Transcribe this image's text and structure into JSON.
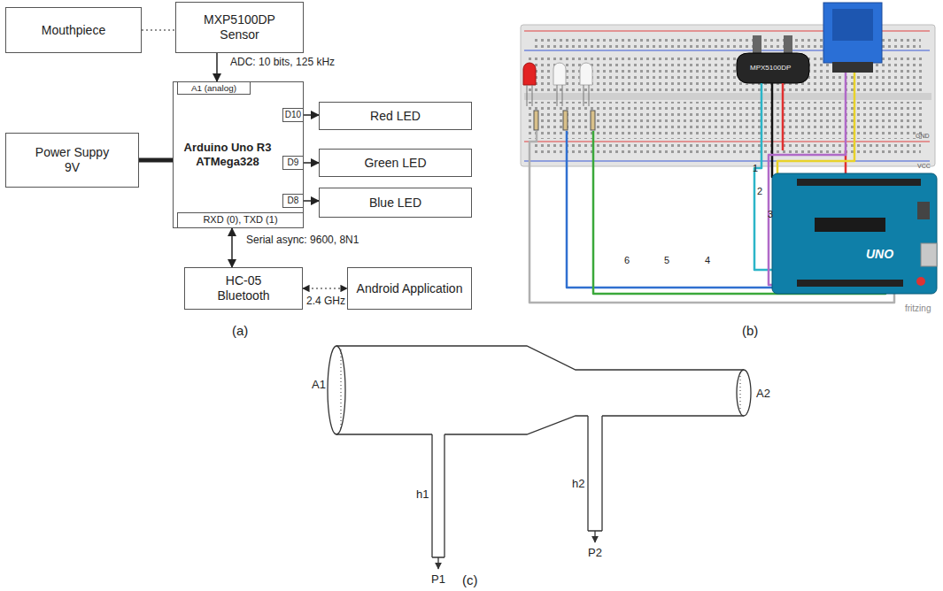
{
  "diagram": {
    "nodes": [
      {
        "text": [
          "Mouthpiece"
        ]
      },
      {
        "text": [
          "MXP5100DP Sensor"
        ]
      },
      {
        "text": [
          "Power Suppy 9V"
        ]
      },
      {
        "text": [
          "Arduino Uno R3 ATMega328"
        ]
      },
      {
        "text": [
          "A1 (analog)"
        ],
        "in": 3
      },
      {
        "text": [
          "D10"
        ],
        "in": 3
      },
      {
        "text": [
          "D9"
        ],
        "in": 3
      },
      {
        "text": [
          "D8"
        ],
        "in": 3
      },
      {
        "text": [
          "RXD (0), TXD (1)"
        ],
        "in": 3
      },
      {
        "text": [
          "Red LED"
        ]
      },
      {
        "text": [
          "Green LED"
        ]
      },
      {
        "text": [
          "Blue LED"
        ]
      },
      {
        "text": [
          "HC-05 Bluetooth"
        ]
      },
      {
        "text": [
          "Android Application"
        ]
      }
    ],
    "edges": [
      {
        "from": 0,
        "to": 1,
        "arrow": "none"
      },
      {
        "from": 1,
        "to": 4,
        "label": "ADC: 10 bits, 125 kHz",
        "arrow": "to"
      },
      {
        "from": 2,
        "to": 3,
        "arrow": "none"
      },
      {
        "from": 5,
        "to": 9,
        "arrow": "to"
      },
      {
        "from": 6,
        "to": 10,
        "arrow": "to"
      },
      {
        "from": 7,
        "to": 11,
        "arrow": "to"
      },
      {
        "from": 8,
        "to": 12,
        "label": "Serial async: 9600, 8N1",
        "arrow": "both"
      },
      {
        "from": 12,
        "to": 13,
        "label": "2.4 GHz",
        "arrow": "both"
      }
    ],
    "labels": [
      "(a)",
      "(b)",
      "(c)",
      "1",
      "2",
      "3",
      "4",
      "5",
      "6",
      "MPX5100DP",
      "UNO",
      "fritzing",
      "A1",
      "A2",
      "h1",
      "h2",
      "P1",
      "P2",
      "GND",
      "VCC"
    ]
  }
}
